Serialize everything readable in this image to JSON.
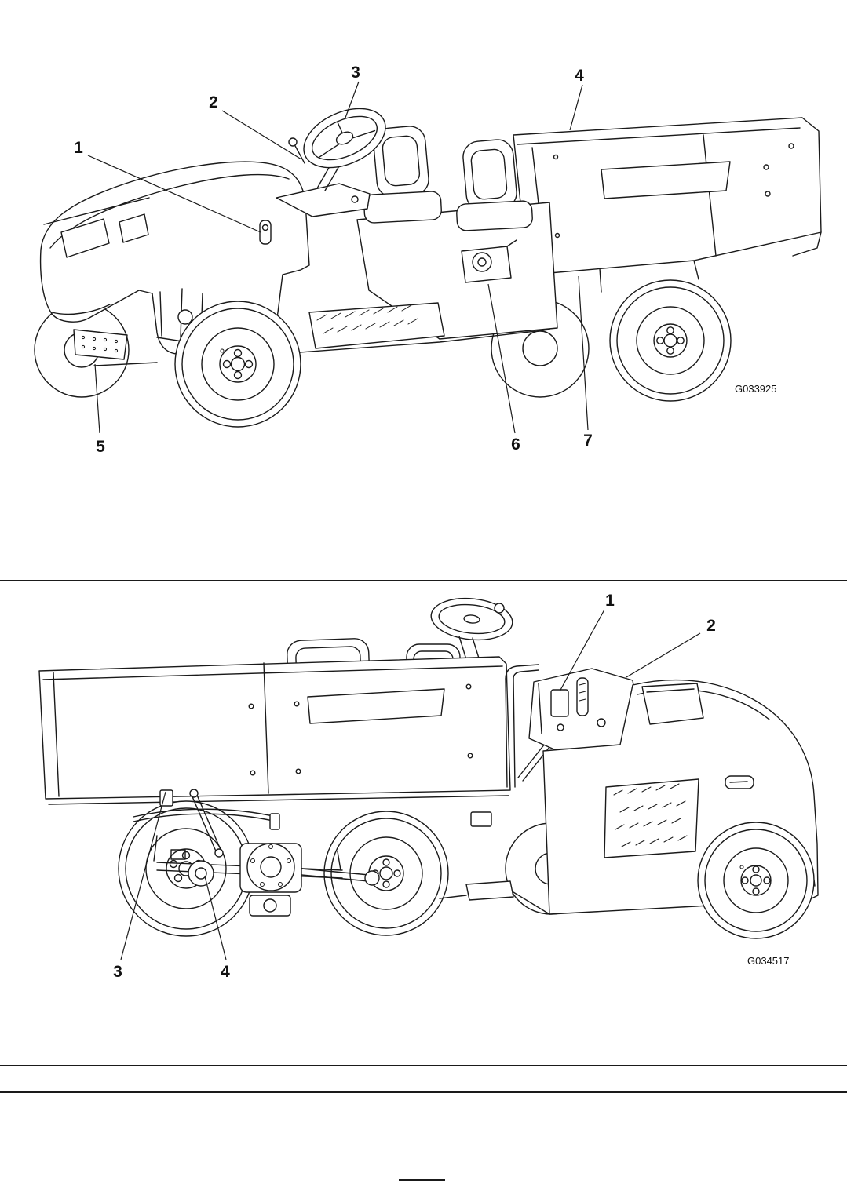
{
  "page": {
    "background_color": "#ffffff",
    "line_color": "#1a1a1a"
  },
  "figures": [
    {
      "id": "G033925",
      "callouts": [
        {
          "label": "1"
        },
        {
          "label": "2"
        },
        {
          "label": "3"
        },
        {
          "label": "4"
        },
        {
          "label": "5"
        },
        {
          "label": "6"
        },
        {
          "label": "7"
        }
      ]
    },
    {
      "id": "G034517",
      "callouts": [
        {
          "label": "1"
        },
        {
          "label": "2"
        },
        {
          "label": "3"
        },
        {
          "label": "4"
        }
      ]
    }
  ]
}
